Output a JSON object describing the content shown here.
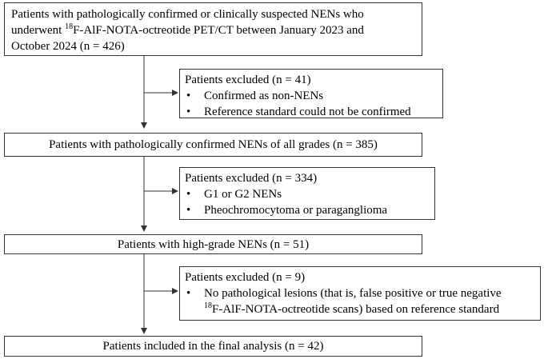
{
  "flow": {
    "bullet_char": "•",
    "initial": {
      "line1": "Patients with pathologically confirmed or clinically suspected NENs who",
      "line2_pre": "underwent ",
      "line2_sup": "18",
      "line2_post": "F-AlF-NOTA-octreotide PET/CT between January 2023 and",
      "line3": "October 2024 (n = 426)"
    },
    "exclusion1": {
      "title": "Patients excluded (n = 41)",
      "items": [
        "Confirmed as non-NENs",
        "Reference standard could not be confirmed"
      ]
    },
    "confirmed": {
      "text": "Patients with pathologically confirmed NENs of all grades (n = 385)"
    },
    "exclusion2": {
      "title": "Patients excluded (n = 334)",
      "items": [
        "G1 or G2 NENs",
        "Pheochromocytoma or paraganglioma"
      ]
    },
    "high_grade": {
      "text": "Patients with high-grade NENs (n = 51)"
    },
    "exclusion3": {
      "title": "Patients excluded (n = 9)",
      "item_line1": "No pathological lesions (that is, false positive or true negative",
      "item_line2_sup": "18",
      "item_line2_post": "F-AlF-NOTA-octreotide scans) based on reference standard"
    },
    "final": {
      "text": "Patients included in the final analysis (n = 42)"
    }
  }
}
